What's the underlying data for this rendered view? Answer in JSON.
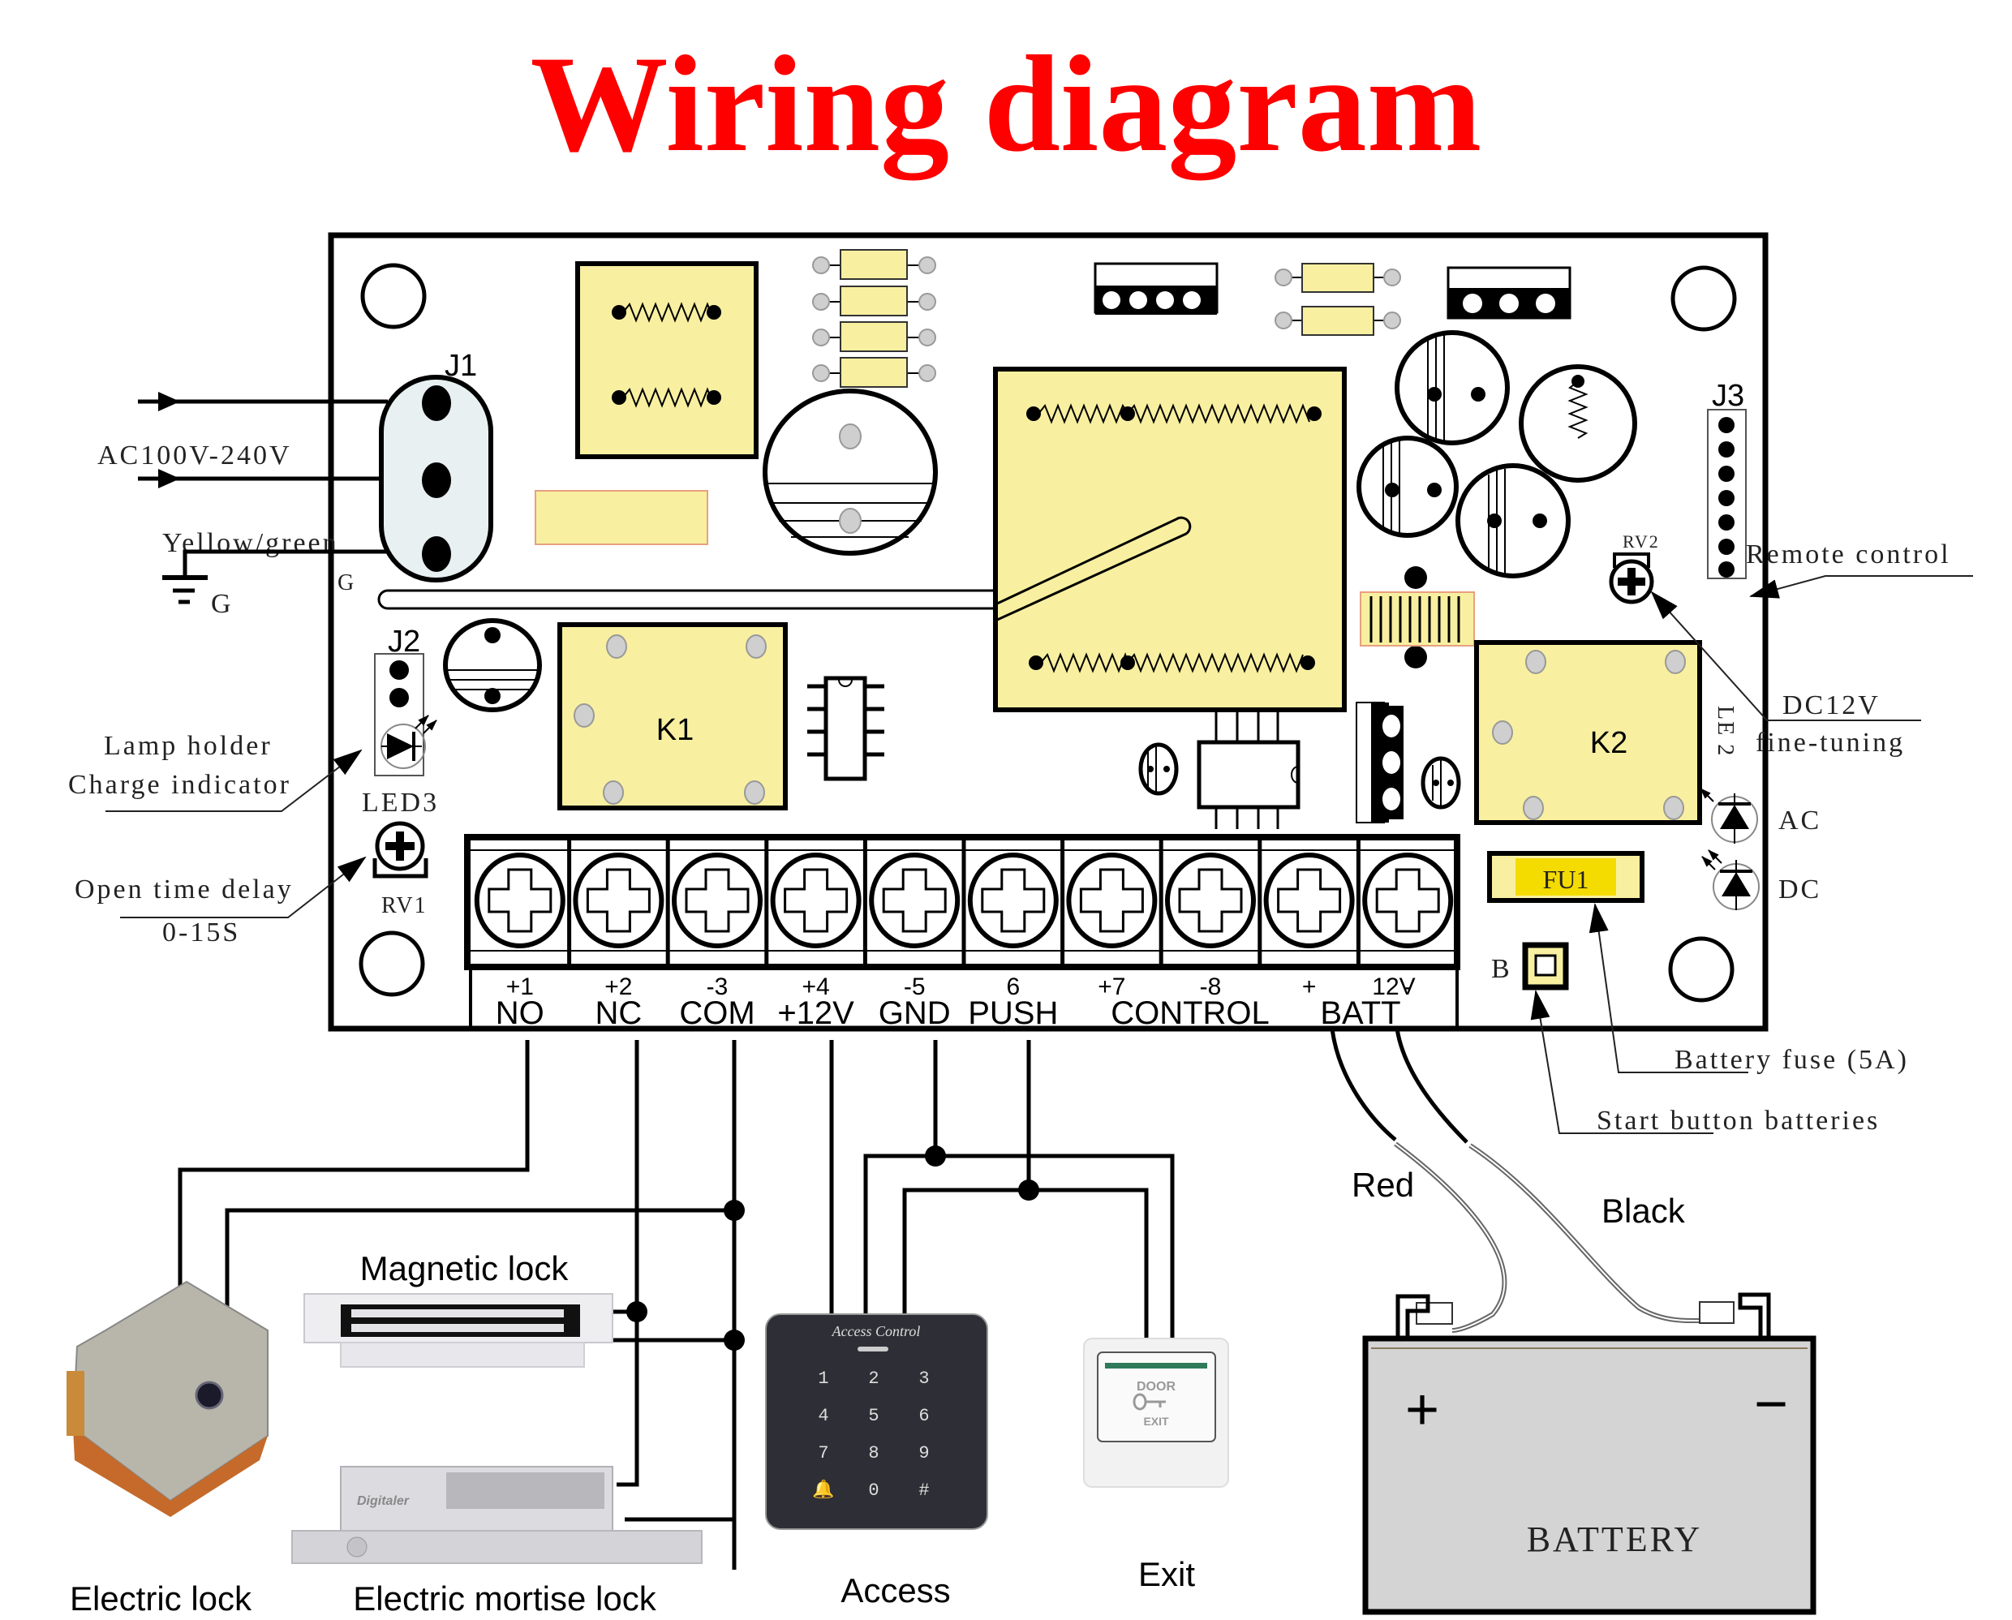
{
  "title": "Wiring diagram",
  "colors": {
    "title": "#ff0000",
    "component_fill": "#f8f0a0",
    "fuse_fill": "#f5dc00",
    "battery_fill": "#d4d4d4",
    "keypad_fill": "#2e2f36",
    "exit_stripe": "#2e7a5a"
  },
  "input_power": {
    "label": "AC100V-240V",
    "ground_wire_label": "Yellow/green",
    "ground_symbol_label": "G",
    "board_ground_label": "G"
  },
  "board": {
    "connectors": {
      "j1": "J1",
      "j2": "J2",
      "j3": "J3"
    },
    "relays": {
      "k1": "K1",
      "k2": "K2"
    },
    "led3": "LED3",
    "rv1": "RV1",
    "rv2": "RV2",
    "le2": "LE 2",
    "fuse": "FU1",
    "start_button": "B",
    "indicators": [
      {
        "label": "AC"
      },
      {
        "label": "DC"
      }
    ]
  },
  "annotations": {
    "lamp_holder": "Lamp holder",
    "charge_indicator": "Charge indicator",
    "open_time_delay": "Open time delay",
    "delay_range": "0-15S",
    "remote_control": "Remote control",
    "dc12v": "DC12V",
    "fine_tuning": "fine-tuning",
    "battery_fuse": "Battery fuse (5A)",
    "start_button_batteries": "Start button batteries"
  },
  "terminals": [
    {
      "num": "+1",
      "name": "NO"
    },
    {
      "num": "+2",
      "name": "NC"
    },
    {
      "num": "-3",
      "name": "COM"
    },
    {
      "num": "+4",
      "name": "+12V"
    },
    {
      "num": "-5",
      "name": "GND"
    },
    {
      "num": "6",
      "name": "PUSH"
    },
    {
      "num": "+7",
      "name": ""
    },
    {
      "num": "-8",
      "name": ""
    },
    {
      "num": "+",
      "name": ""
    },
    {
      "num": "-",
      "name": ""
    }
  ],
  "terminal_groups": {
    "control": "CONTROL",
    "batt_voltage": "12V",
    "batt": "BATT"
  },
  "devices": {
    "electric_lock": "Electric lock",
    "magnetic_lock": "Magnetic lock",
    "electric_mortise_lock": "Electric mortise lock",
    "access": "Access",
    "exit": "Exit"
  },
  "keypad": {
    "brand": "Access Control",
    "keys": [
      "1",
      "2",
      "3",
      "4",
      "5",
      "6",
      "7",
      "8",
      "9",
      "🔔",
      "0",
      "#"
    ]
  },
  "exit_button": {
    "top": "DOOR",
    "bottom": "EXIT"
  },
  "mortise_brand": "Digitaler",
  "battery": {
    "label": "BATTERY",
    "plus": "+",
    "minus": "−",
    "red_wire": "Red",
    "black_wire": "Black"
  }
}
